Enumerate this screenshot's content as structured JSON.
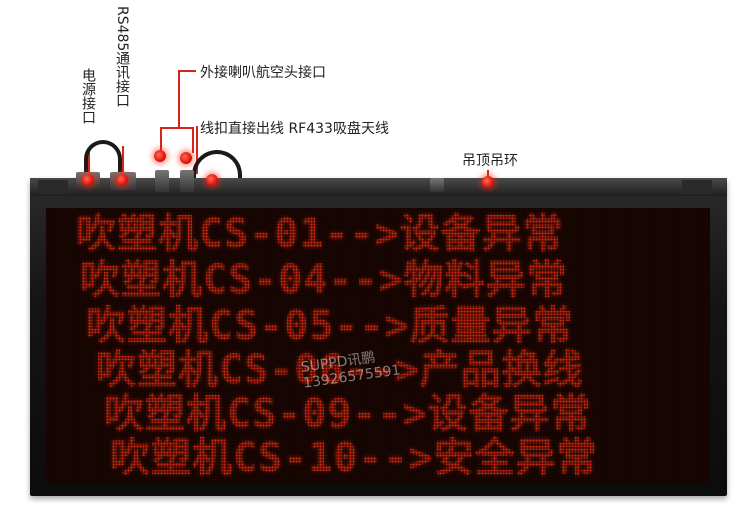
{
  "callouts": {
    "power": "电源接口",
    "rs485": "RS485通讯接口",
    "speaker": "外接喇叭航空头接口",
    "wires": "线扣直接出线 RF433吸盘天线",
    "hook": "吊顶吊环"
  },
  "display": {
    "rows": [
      "吹塑机CS-01-->设备异常",
      "吹塑机CS-04-->物料异常",
      "吹塑机CS-05-->质量异常",
      "吹塑机CS-06-->产品换线",
      "吹塑机CS-09-->设备异常",
      "吹塑机CS-10-->安全异常"
    ],
    "led_color": "#d4260f"
  },
  "watermark": {
    "line1": "SUPPD讯鹏",
    "line2": "13926575591"
  }
}
